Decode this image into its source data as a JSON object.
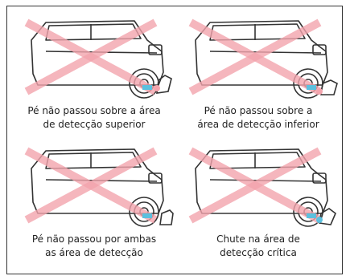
{
  "panels": [
    {
      "caption_line1": "Pé não passou sobre a área",
      "caption_line2": "de detecção superior"
    },
    {
      "caption_line1": "Pé não passou sobre a",
      "caption_line2": "área de detecção inferior"
    },
    {
      "caption_line1": "Pé não passou por ambas",
      "caption_line2": "as área de detecção"
    },
    {
      "caption_line1": "Chute na área de",
      "caption_line2": "detecção crítica"
    }
  ],
  "colors": {
    "cross": "#f3a4ad",
    "foot": "#f3a4ad",
    "sensor": "#5bc0de",
    "outline": "#333333"
  }
}
